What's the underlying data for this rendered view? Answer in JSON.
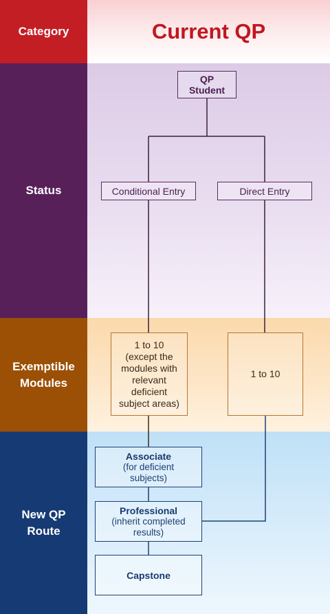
{
  "header": {
    "category_label": "Category",
    "title": "Current QP"
  },
  "rows": {
    "status": "Status",
    "exemptible": "Exemptible\nModules",
    "new_route": "New QP\nRoute"
  },
  "nodes": {
    "qp_student": "QP\nStudent",
    "conditional_entry": "Conditional Entry",
    "direct_entry": "Direct Entry",
    "conditional_modules": "1 to 10\n(except the\nmodules with\nrelevant\ndeficient\nsubject areas)",
    "direct_modules": "1 to 10",
    "associate_title": "Associate",
    "associate_sub": "(for deficient\nsubjects)",
    "professional_title": "Professional",
    "professional_sub": "(inherit completed\nresults)",
    "capstone_title": "Capstone"
  },
  "colors": {
    "category_red": "#c41e25",
    "status_purple": "#582059",
    "exempt_brown": "#9b5006",
    "route_navy": "#163a73",
    "title_red": "#c0171f"
  }
}
